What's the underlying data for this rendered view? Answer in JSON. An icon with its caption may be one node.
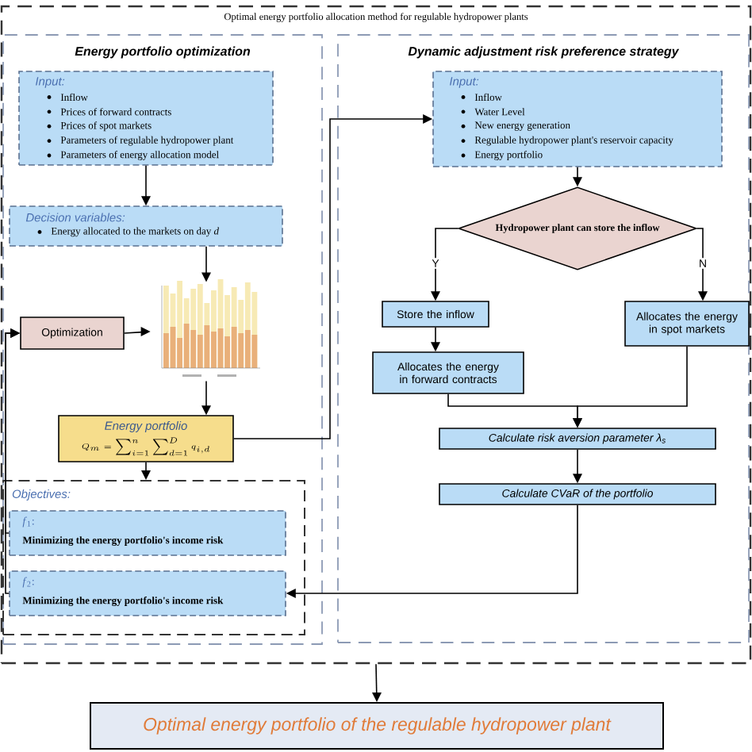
{
  "diagram": {
    "nodes": [
      {
        "text": [
          "Optimal energy portfolio allocation method for regulable hydropower plants"
        ]
      },
      {
        "text": [
          "Energy portfolio optimization"
        ],
        "in": 0
      },
      {
        "text": [
          "Input:",
          "Inflow",
          "Prices of forward contracts",
          "Prices of spot markets",
          "Parameters of regulable hydropower plant",
          "Parameters of energy allocation model"
        ],
        "in": 1
      },
      {
        "text": [
          "Decision variables:",
          "Energy allocated to the markets on day *d*"
        ],
        "in": 1
      },
      {
        "text": [
          "Optimization"
        ],
        "in": 1
      },
      {
        "text": [],
        "shape": "picture",
        "in": 1
      },
      {
        "text": [
          "Energy portfolio",
          "Q_m=\\sum_{i=1}^{n}\\sum_{d=1}^{D} q_{i,d}"
        ],
        "in": 1
      },
      {
        "text": [
          "Objectives:"
        ],
        "in": 1
      },
      {
        "text": [
          "*f*$_{1}$:",
          "Minimizing the energy portfolio's income risk"
        ],
        "in": 7
      },
      {
        "text": [
          "*f*$_{2}$:",
          "Minimizing the energy portfolio's income risk"
        ],
        "in": 7
      },
      {
        "text": [
          "Dynamic adjustment risk preference strategy"
        ],
        "in": 0
      },
      {
        "text": [
          "Input:",
          "Inflow",
          "Water Level",
          "New energy generation",
          "Regulable hydropower plant's reservoir capacity",
          "Energy portfolio"
        ],
        "in": 10
      },
      {
        "text": [
          "Hydropower plant can store the inflow"
        ],
        "in": 10
      },
      {
        "text": [
          "Store the inflow"
        ],
        "in": 10
      },
      {
        "text": [
          "Allocates the energy in spot markets"
        ],
        "in": 10
      },
      {
        "text": [
          "Allocates the energy in forward contracts"
        ],
        "in": 10
      },
      {
        "text": [
          "Calculate risk aversion parameter *λ*$_{s}$"
        ],
        "in": 10
      },
      {
        "text": [
          "Calculate CVaR of the portfolio"
        ],
        "in": 10
      },
      {
        "text": [
          "Optimal energy portfolio of the regulable hydropower plant"
        ]
      }
    ],
    "edges": [
      {
        "from": 2,
        "to": 3,
        "arrow": "to"
      },
      {
        "from": 3,
        "to": 5,
        "arrow": "to"
      },
      {
        "from": 4,
        "to": 5,
        "arrow": "to"
      },
      {
        "from": 5,
        "to": 6,
        "arrow": "to"
      },
      {
        "from": 6,
        "to": 7,
        "arrow": "to"
      },
      {
        "from": 6,
        "to": 11,
        "arrow": "to"
      },
      {
        "from": 8,
        "to": 4,
        "arrow": "to"
      },
      {
        "from": 9,
        "to": 4,
        "arrow": "to"
      },
      {
        "from": 11,
        "to": 12,
        "arrow": "to"
      },
      {
        "from": 12,
        "to": 13,
        "arrow": "to",
        "label": "Y"
      },
      {
        "from": 12,
        "to": 14,
        "arrow": "to",
        "label": "N"
      },
      {
        "from": 13,
        "to": 15,
        "arrow": "to"
      },
      {
        "from": 15,
        "to": 16,
        "arrow": "to"
      },
      {
        "from": 14,
        "to": 16,
        "arrow": "to"
      },
      {
        "from": 16,
        "to": 17,
        "arrow": "to"
      },
      {
        "from": 17,
        "to": 9,
        "arrow": "to"
      },
      {
        "from": 0,
        "to": 18,
        "arrow": "to"
      }
    ]
  }
}
